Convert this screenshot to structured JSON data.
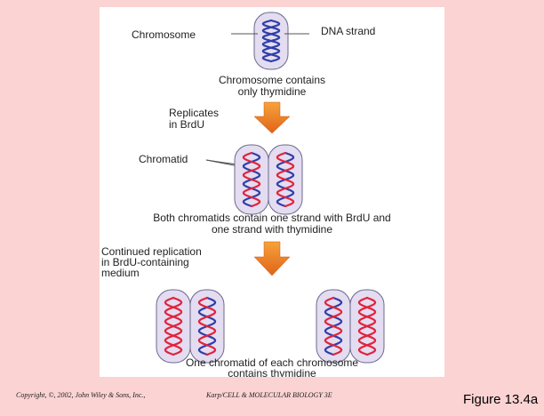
{
  "diagram": {
    "labels": {
      "chromosome": "Chromosome",
      "dna_strand": "DNA strand",
      "caption_1a": "Chromosome contains",
      "caption_1b": "only thymidine",
      "step_1a": "Replicates",
      "step_1b": "in BrdU",
      "chromatid": "Chromatid",
      "caption_2a": "Both chromatids contain one strand with BrdU and",
      "caption_2b": "one strand with thymidine",
      "step_2a": "Continued replication",
      "step_2b": "in BrdU-containing",
      "step_2c": "medium",
      "caption_3a": "One chromatid of each chromosome",
      "caption_3b": "contains thymidine"
    },
    "colors": {
      "chromatid_fill": "#e4dcf1",
      "thymidine_strand": "#2f3fa8",
      "brdu_strand": "#e0243c",
      "arrow_fill": "#f2851f"
    }
  },
  "footer": {
    "copyright": "Copyright, ©, 2002, John Wiley & Sons, Inc.,",
    "book": "Karp/CELL & MOLECULAR BIOLOGY 3E",
    "figure": "Figure 13.4a"
  }
}
